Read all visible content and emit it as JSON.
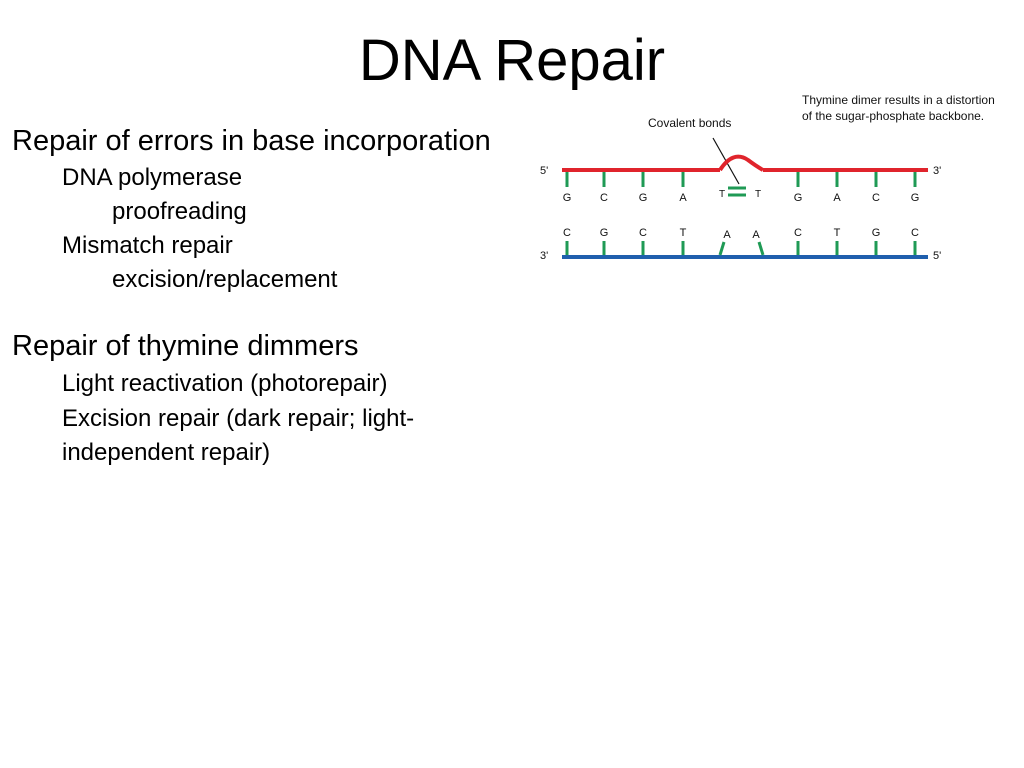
{
  "slide": {
    "title": "DNA Repair",
    "sections": [
      {
        "heading": "Repair of errors in base incorporation",
        "items": [
          {
            "label": "DNA polymerase",
            "sub": "proofreading"
          },
          {
            "label": "Mismatch repair",
            "sub": "excision/replacement"
          }
        ]
      },
      {
        "heading": "Repair of thymine dimmers",
        "items": [
          {
            "label": "Light reactivation (photorepair)"
          },
          {
            "label": "Excision repair (dark repair; light-"
          },
          {
            "label": "independent repair)"
          }
        ]
      }
    ]
  },
  "figure": {
    "caption_line1": "Thymine dimer results in a distortion",
    "caption_line2": "of the sugar-phosphate backbone.",
    "covalent_label": "Covalent bonds",
    "top_strand": {
      "five_prime": "5'",
      "three_prime": "3'"
    },
    "bottom_strand": {
      "three_prime": "3'",
      "five_prime": "5'"
    },
    "top_bases": [
      "G",
      "C",
      "G",
      "A",
      "T",
      "T",
      "G",
      "A",
      "C",
      "G"
    ],
    "bottom_bases": [
      "C",
      "G",
      "C",
      "T",
      "A",
      "A",
      "C",
      "T",
      "G",
      "C"
    ],
    "colors": {
      "top_strand": "#e0242c",
      "bottom_strand": "#1f5fad",
      "base_pair": "#1f9a55"
    }
  }
}
